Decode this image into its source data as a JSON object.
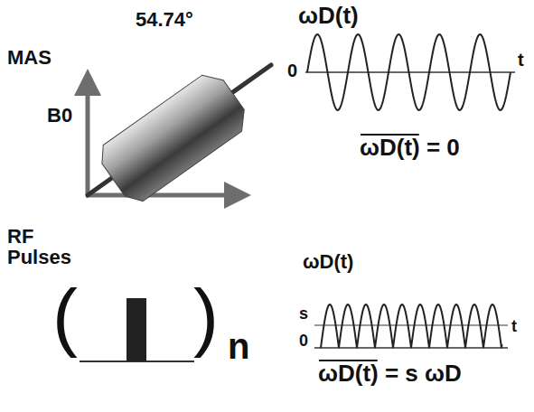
{
  "diagram": {
    "labels": [
      "MAS",
      "54.74°",
      "B0",
      "RF Pulses",
      "(",
      ")",
      "n",
      "ωD(t)",
      "0",
      "t",
      "ωD(t) = 0",
      "ωD(t)",
      "s",
      "0",
      "t",
      "ωD(t) = s ωD"
    ]
  }
}
